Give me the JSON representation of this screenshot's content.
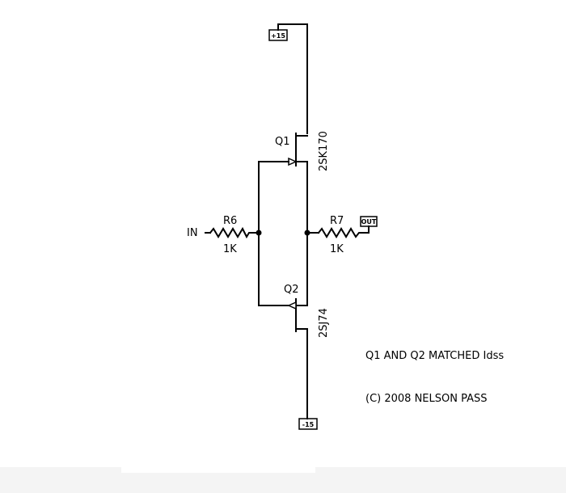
{
  "rails": {
    "positive": "+15",
    "negative": "-15"
  },
  "q1": {
    "designator": "Q1",
    "part": "2SK170"
  },
  "q2": {
    "designator": "Q2",
    "part": "2SJ74"
  },
  "r6": {
    "designator": "R6",
    "value": "1K"
  },
  "r7": {
    "designator": "R7",
    "value": "1K"
  },
  "input_label": "IN",
  "output_label": "OUT",
  "notes": {
    "matching": "Q1 AND Q2 MATCHED Idss",
    "copyright": "(C) 2008 NELSON PASS"
  }
}
